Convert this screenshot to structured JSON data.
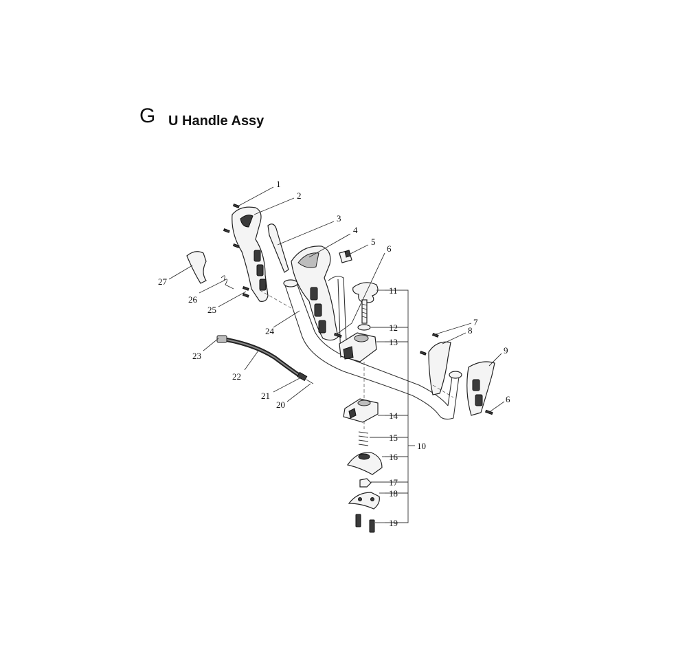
{
  "header": {
    "section_letter": "G",
    "title": "U Handle Assy"
  },
  "callouts": [
    {
      "id": "1",
      "label": "1"
    },
    {
      "id": "2",
      "label": "2"
    },
    {
      "id": "3",
      "label": "3"
    },
    {
      "id": "4",
      "label": "4"
    },
    {
      "id": "5",
      "label": "5"
    },
    {
      "id": "6a",
      "label": "6"
    },
    {
      "id": "6b",
      "label": "6"
    },
    {
      "id": "7",
      "label": "7"
    },
    {
      "id": "8",
      "label": "8"
    },
    {
      "id": "9",
      "label": "9"
    },
    {
      "id": "10",
      "label": "10"
    },
    {
      "id": "11",
      "label": "11"
    },
    {
      "id": "12",
      "label": "12"
    },
    {
      "id": "13",
      "label": "13"
    },
    {
      "id": "14",
      "label": "14"
    },
    {
      "id": "15",
      "label": "15"
    },
    {
      "id": "16",
      "label": "16"
    },
    {
      "id": "17",
      "label": "17"
    },
    {
      "id": "18",
      "label": "18"
    },
    {
      "id": "19",
      "label": "19"
    },
    {
      "id": "20",
      "label": "20"
    },
    {
      "id": "21",
      "label": "21"
    },
    {
      "id": "22",
      "label": "22"
    },
    {
      "id": "23",
      "label": "23"
    },
    {
      "id": "24",
      "label": "24"
    },
    {
      "id": "25",
      "label": "25"
    },
    {
      "id": "26",
      "label": "26"
    },
    {
      "id": "27",
      "label": "27"
    }
  ]
}
